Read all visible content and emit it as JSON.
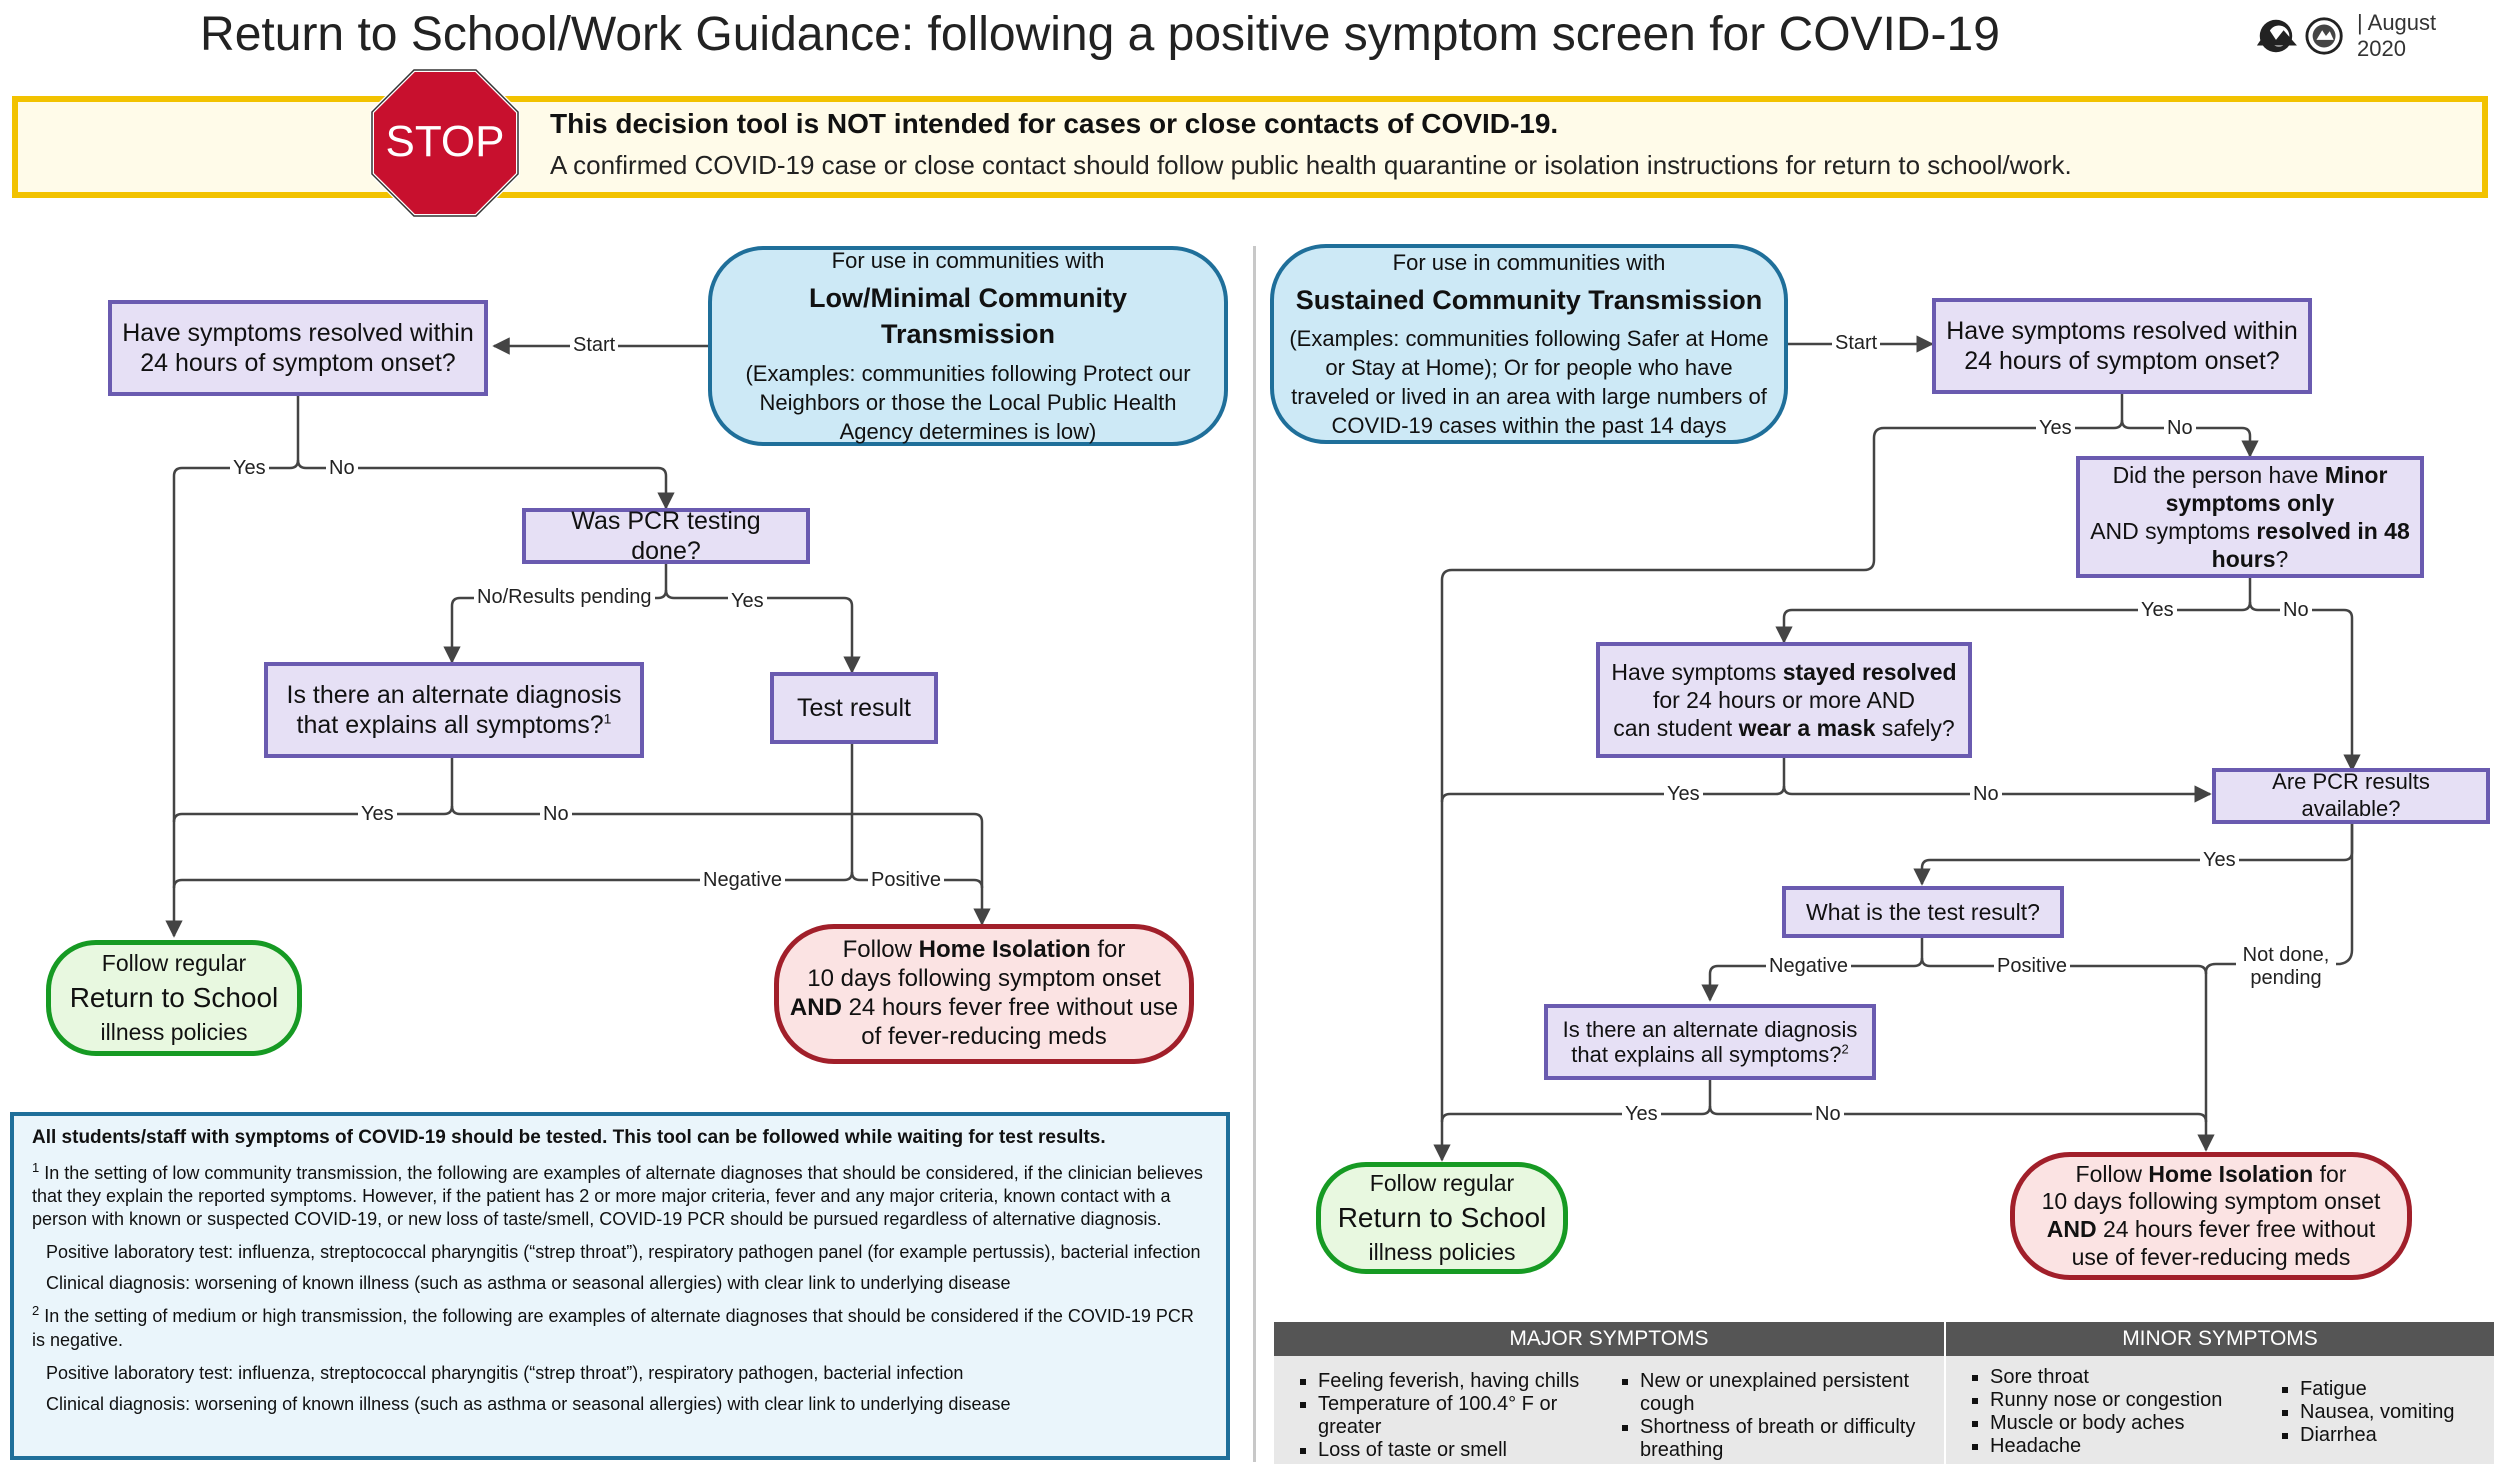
{
  "title": "Return to School/Work Guidance: following a positive symptom screen for COVID-19",
  "header": {
    "date": "| August 2020"
  },
  "banner": {
    "stop": "STOP",
    "line1": "This decision tool is NOT intended for cases or close contacts of COVID-19.",
    "line2": "A confirmed COVID-19 case or close contact should follow public health quarantine or isolation instructions for return to school/work."
  },
  "left": {
    "community": {
      "line1": "For use in communities with",
      "heading": "Low/Minimal Community Transmission",
      "examples": "(Examples: communities following Protect our Neighbors or those the Local Public Health Agency determines is low)"
    },
    "start": "Start",
    "q_resolved": "Have symptoms resolved within 24 hours of symptom onset?",
    "yes1": "Yes",
    "no1": "No",
    "q_pcr": "Was PCR testing done?",
    "no_pending": "No/Results pending",
    "yes2": "Yes",
    "q_alt": "Is there an alternate diagnosis that explains all symptoms?",
    "q_alt_sup": "1",
    "test_result": "Test result",
    "yes3": "Yes",
    "no3": "No",
    "negative": "Negative",
    "positive": "Positive",
    "green": {
      "line1": "Follow regular",
      "line2": "Return to School",
      "line3": "illness policies"
    },
    "red": {
      "pre": "Follow ",
      "bold": "Home Isolation",
      "post": " for",
      "line2": "10 days following symptom onset",
      "and": "AND",
      "line3": " 24 hours fever free without use",
      "line4": "of fever-reducing meds"
    }
  },
  "right": {
    "community": {
      "line1": "For use in communities with",
      "heading": "Sustained Community Transmission",
      "examples": "(Examples: communities following Safer at Home or Stay at Home); Or for people who have traveled or lived in an area with large numbers of COVID-19 cases within the past 14 days"
    },
    "start": "Start",
    "q_resolved": "Have symptoms resolved within 24 hours of symptom onset?",
    "yes1": "Yes",
    "no1": "No",
    "q_minor": {
      "a": "Did the person have ",
      "b": "Minor symptoms only",
      "c": "AND symptoms ",
      "d": "resolved in 48 hours",
      "e": "?"
    },
    "yes2": "Yes",
    "no2": "No",
    "q_stayed": {
      "a": "Have symptoms ",
      "b": "stayed resolved",
      "c": "for 24 hours or more AND",
      "d": "can student ",
      "e": "wear a mask",
      "f": " safely?"
    },
    "yes3": "Yes",
    "no3": "No",
    "q_pcr": "Are PCR results available?",
    "yes4": "Yes",
    "q_test": "What is the test result?",
    "not_done": "Not done, pending",
    "negative": "Negative",
    "positive": "Positive",
    "q_alt": "Is there an alternate diagnosis that explains all symptoms?",
    "q_alt_sup": "2",
    "yes5": "Yes",
    "no5": "No",
    "green": {
      "line1": "Follow regular",
      "line2": "Return to School",
      "line3": "illness policies"
    },
    "red": {
      "pre": "Follow ",
      "bold": "Home Isolation",
      "post": " for",
      "line2": "10 days following symptom onset",
      "and": "AND",
      "line3": " 24 hours fever free without",
      "line4": "use of fever-reducing meds"
    }
  },
  "note": {
    "heading": "All students/staff with symptoms of COVID-19 should be tested. This tool can be followed while waiting for test results.",
    "fn1_num": "1",
    "fn1": "In the setting of low community transmission, the following are examples of alternate diagnoses that should be considered, if the clinician believes that they explain the reported symptoms. However, if the patient has 2 or more major criteria, fever and any major criteria, known contact with a person with known or suspected COVID-19, or new loss of taste/smell, COVID-19 PCR should be pursued regardless of alternative diagnosis.",
    "fn1_lab": "Positive laboratory test: influenza, streptococcal pharyngitis (“strep throat”), respiratory pathogen panel (for example pertussis), bacterial infection",
    "fn1_clin": "Clinical diagnosis: worsening of known illness (such as asthma or seasonal allergies) with clear link to underlying disease",
    "fn2_num": "2",
    "fn2": "In the setting of medium or high transmission, the following are examples of alternate diagnoses that should be considered if the COVID-19 PCR is negative.",
    "fn2_lab": "Positive laboratory test: influenza, streptococcal pharyngitis (“strep throat”), respiratory pathogen, bacterial infection",
    "fn2_clin": "Clinical diagnosis: worsening of known illness (such as asthma or seasonal allergies) with clear link to underlying disease"
  },
  "symptoms": {
    "major_title": "MAJOR SYMPTOMS",
    "minor_title": "MINOR SYMPTOMS",
    "major_col1": [
      "Feeling feverish, having chills",
      "Temperature of 100.4° F or greater",
      "Loss of taste or smell"
    ],
    "major_col2": [
      "New or unexplained persistent cough",
      "Shortness of breath or difficulty breathing"
    ],
    "minor_col1": [
      "Sore throat",
      "Runny nose or congestion",
      "Muscle or body aches",
      "Headache"
    ],
    "minor_col2": [
      "Fatigue",
      "Nausea, vomiting",
      "Diarrhea"
    ]
  },
  "colors": {
    "process_fill": "#e6e0f5",
    "process_border": "#6a5bb0",
    "community_fill": "#cde9f6",
    "community_border": "#1f6f9a",
    "return_border": "#169a23",
    "isolation_border": "#a11f2a",
    "banner_border": "#f2c200",
    "stop_red": "#c8102e"
  }
}
